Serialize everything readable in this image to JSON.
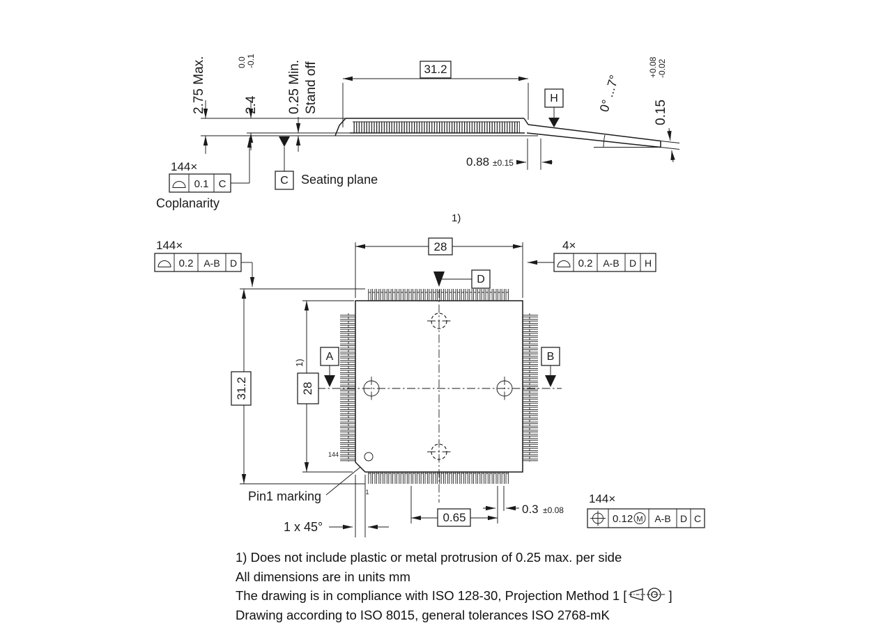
{
  "colors": {
    "background": "#ffffff",
    "line": "#1a1a1a"
  },
  "side_view": {
    "dim_height": "2.75 Max.",
    "dim_body_thickness": "2.4",
    "body_tol_upper": "0.0",
    "body_tol_lower": "-0.1",
    "dim_standoff": "0.25 Min.",
    "standoff_label": "Stand off",
    "dim_overall_width": "31.2",
    "datum_h": "H",
    "lead_angle": "0° ...7°",
    "dim_lead_thickness": "0.15",
    "lead_thickness_tol_upper": "+0.08",
    "lead_thickness_tol_lower": "-0.02",
    "coplanarity_count": "144×",
    "coplanarity_symbol": "profile-of-a-surface",
    "coplanarity_tol": "0.1",
    "coplanarity_datum": "C",
    "coplanarity_label": "Coplanarity",
    "datum_c": "C",
    "seating_plane_label": "Seating plane",
    "dim_lead_foot": "0.88",
    "dim_lead_foot_tol": "±0.15"
  },
  "top_view": {
    "note_ref": "1)",
    "dim_body_width": "28",
    "lead_fcf_count": "144×",
    "lead_fcf_symbol": "profile-of-a-surface",
    "lead_fcf_tol": "0.2",
    "lead_fcf_datum_ab": "A-B",
    "lead_fcf_datum_d": "D",
    "corner_fcf_count": "4×",
    "corner_fcf_symbol": "profile-of-a-surface",
    "corner_fcf_tol": "0.2",
    "corner_fcf_datum_ab": "A-B",
    "corner_fcf_datum_d": "D",
    "corner_fcf_datum_h": "H",
    "datum_d": "D",
    "datum_a": "A",
    "datum_b": "B",
    "dim_overall_height": "31.2",
    "note_ref_side": "1)",
    "dim_body_height": "28",
    "pin_last_label": "144",
    "pin_first_label": "1",
    "pin1_label": "Pin1 marking",
    "dim_chamfer": "1 x 45°",
    "dim_pitch": "0.65",
    "dim_lead_width": "0.3",
    "dim_lead_width_tol": "±0.08",
    "position_fcf_count": "144×",
    "position_fcf_symbol": "true-position",
    "position_fcf_tol": "0.12",
    "position_fcf_modifier": "M",
    "position_fcf_datum_ab": "A-B",
    "position_fcf_datum_d": "D",
    "position_fcf_datum_c": "C"
  },
  "notes": {
    "line1": "1) Does not include plastic or metal protrusion of 0.25 max. per side",
    "line2": "All dimensions are in units mm",
    "line3_prefix": "The drawing is in compliance with ISO 128-30, Projection Method 1 [",
    "line3_suffix": "]",
    "line4": "Drawing according to ISO 8015, general tolerances ISO 2768-mK"
  }
}
